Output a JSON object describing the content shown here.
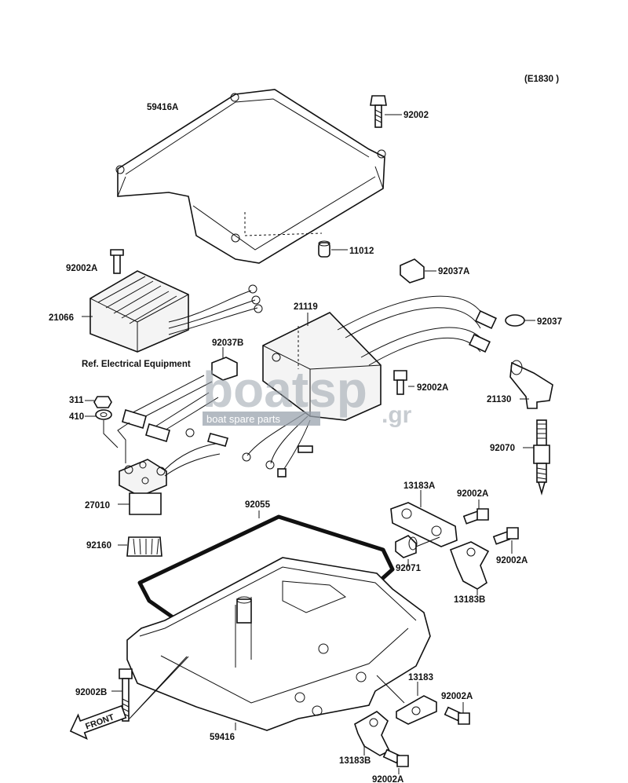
{
  "diagram_code": "(E1830 )",
  "reference_note": "Ref. Electrical Equipment",
  "watermark": {
    "brand": "boatsp",
    "suffix": ".gr",
    "tagline": "boat spare parts"
  },
  "front_marker": "FRONT",
  "parts": [
    {
      "id": "59416A",
      "label": "59416A"
    },
    {
      "id": "92002-top",
      "label": "92002"
    },
    {
      "id": "11012",
      "label": "11012"
    },
    {
      "id": "92002A-reg",
      "label": "92002A"
    },
    {
      "id": "92037A",
      "label": "92037A"
    },
    {
      "id": "21066",
      "label": "21066"
    },
    {
      "id": "21119",
      "label": "21119"
    },
    {
      "id": "92037",
      "label": "92037"
    },
    {
      "id": "92037B",
      "label": "92037B"
    },
    {
      "id": "92002A-coil",
      "label": "92002A"
    },
    {
      "id": "311",
      "label": "311"
    },
    {
      "id": "410",
      "label": "410"
    },
    {
      "id": "21130",
      "label": "21130"
    },
    {
      "id": "92070",
      "label": "92070"
    },
    {
      "id": "27010",
      "label": "27010"
    },
    {
      "id": "92055",
      "label": "92055"
    },
    {
      "id": "13183A",
      "label": "13183A"
    },
    {
      "id": "92002A-r1",
      "label": "92002A"
    },
    {
      "id": "92160",
      "label": "92160"
    },
    {
      "id": "92071",
      "label": "92071"
    },
    {
      "id": "92002A-r2",
      "label": "92002A"
    },
    {
      "id": "13183B-top",
      "label": "13183B"
    },
    {
      "id": "13183",
      "label": "13183"
    },
    {
      "id": "92002B",
      "label": "92002B"
    },
    {
      "id": "92002A-r3",
      "label": "92002A"
    },
    {
      "id": "59416",
      "label": "59416"
    },
    {
      "id": "13183B-bot",
      "label": "13183B"
    },
    {
      "id": "92002A-bot",
      "label": "92002A"
    }
  ]
}
